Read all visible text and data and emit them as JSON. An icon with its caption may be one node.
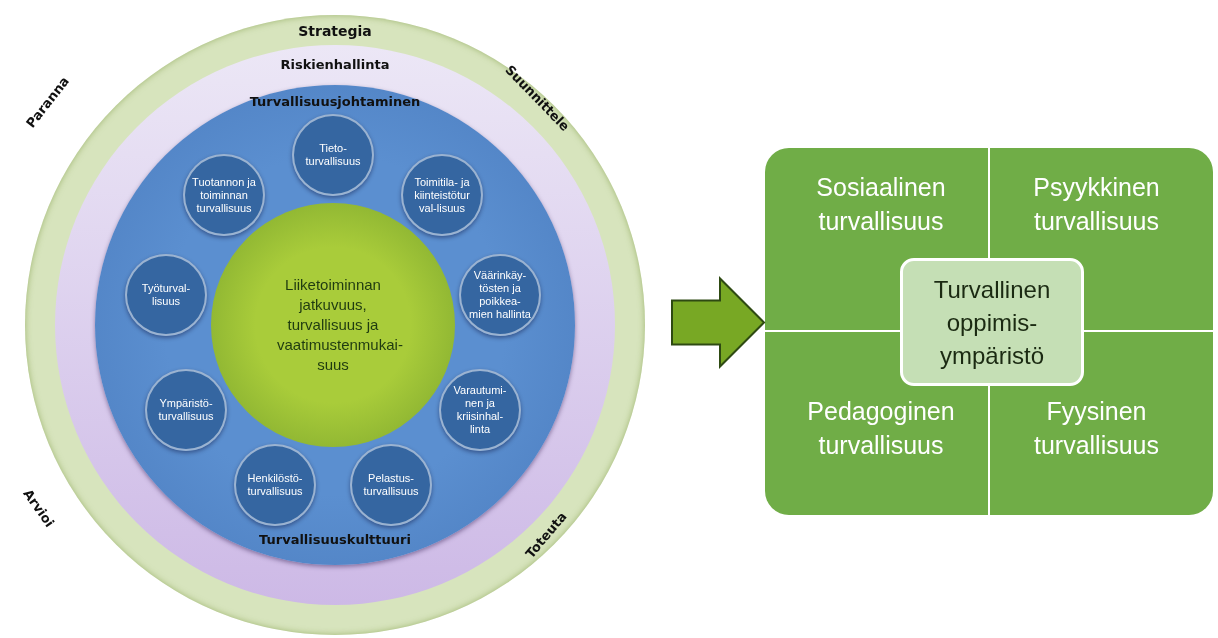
{
  "diagram": {
    "nodes": [
      {
        "text": [
          "Strategia"
        ]
      },
      {
        "text": [
          "Riskienhallinta"
        ],
        "in": 0
      },
      {
        "text": [
          "Turvallisuusjohtaminen",
          "Turvallisuuskulttuuri"
        ],
        "in": 1
      },
      {
        "text": [
          "Liiketoiminnan jatkuvuus, turvallisuus ja vaatimustenmukai- suus"
        ],
        "in": 2
      },
      {
        "text": [
          "Tuotannon ja toiminnan turvallisuus"
        ],
        "in": 2
      },
      {
        "text": [
          "Tieto- turvallisuus"
        ],
        "in": 2
      },
      {
        "text": [
          "Toimitila- ja kiinteistötur val-lisuus"
        ],
        "in": 2
      },
      {
        "text": [
          "Väärinkäy- tösten ja poikkea- mien hallinta"
        ],
        "in": 2
      },
      {
        "text": [
          "Varautumi- nen ja kriisinhal- linta"
        ],
        "in": 2
      },
      {
        "text": [
          "Pelastus- turvallisuus"
        ],
        "in": 2
      },
      {
        "text": [
          "Henkilöstö- turvallisuus"
        ],
        "in": 2
      },
      {
        "text": [
          "Ympäristö- turvallisuus"
        ],
        "in": 2
      },
      {
        "text": [
          "Työturval- lisuus"
        ],
        "in": 2
      },
      {
        "text": [],
        "shape": "box"
      },
      {
        "text": [
          "Sosiaalinen turvallisuus"
        ],
        "in": 13
      },
      {
        "text": [
          "Psyykkinen turvallisuus"
        ],
        "in": 13
      },
      {
        "text": [
          "Pedagoginen turvallisuus"
        ],
        "in": 13
      },
      {
        "text": [
          "Fyysinen turvallisuus"
        ],
        "in": 13
      },
      {
        "text": [
          "Turvallinen oppimis- ympäristö"
        ],
        "in": 13
      }
    ],
    "edges": [
      {
        "from": 0,
        "to": 13,
        "arrow": "to",
        "style": "thick",
        "color": "#78a824"
      }
    ],
    "labels": [
      "Paranna",
      "Suunnittele",
      "Arvioi",
      "Toteuta"
    ]
  }
}
